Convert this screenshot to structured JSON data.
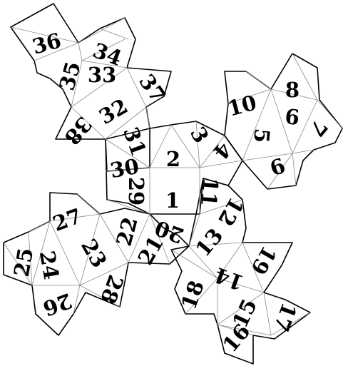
{
  "faces": [
    {
      "label": "1"
    },
    {
      "label": "2"
    },
    {
      "label": "3"
    },
    {
      "label": "4"
    },
    {
      "label": "5"
    },
    {
      "label": "6"
    },
    {
      "label": "7"
    },
    {
      "label": "8"
    },
    {
      "label": "9"
    },
    {
      "label": "10"
    },
    {
      "label": "11"
    },
    {
      "label": "12"
    },
    {
      "label": "13"
    },
    {
      "label": "14"
    },
    {
      "label": "15"
    },
    {
      "label": "16"
    },
    {
      "label": "17"
    },
    {
      "label": "18"
    },
    {
      "label": "19"
    },
    {
      "label": "20"
    },
    {
      "label": "21"
    },
    {
      "label": "22"
    },
    {
      "label": "23"
    },
    {
      "label": "24"
    },
    {
      "label": "25"
    },
    {
      "label": "26"
    },
    {
      "label": "27"
    },
    {
      "label": "28"
    },
    {
      "label": "29"
    },
    {
      "label": "30"
    },
    {
      "label": "31"
    },
    {
      "label": "32"
    },
    {
      "label": "33"
    },
    {
      "label": "34"
    },
    {
      "label": "35"
    },
    {
      "label": "36"
    },
    {
      "label": "37"
    },
    {
      "label": "38"
    }
  ]
}
